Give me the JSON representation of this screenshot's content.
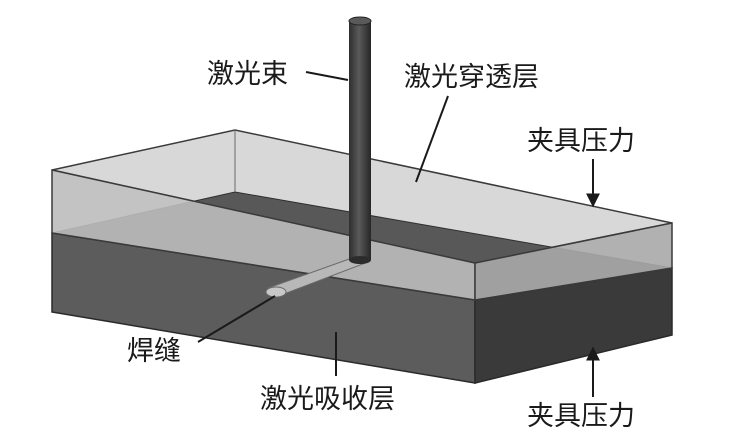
{
  "labels": {
    "laser_beam": "激光束",
    "transmissive_layer": "激光穿透层",
    "clamp_pressure_top": "夹具压力",
    "clamp_pressure_bottom": "夹具压力",
    "weld_seam": "焊缝",
    "absorbing_layer": "激光吸收层"
  },
  "colors": {
    "transmissive_top": "#d6d6d6",
    "transmissive_front": "#bcbcbc",
    "transmissive_right": "#a9a9a9",
    "absorbing_top": "#585858",
    "absorbing_front": "#5c5c5c",
    "absorbing_right": "#3a3a3a",
    "beam": "#3f3f3f",
    "weld": "#b8b8b8",
    "text": "#1a1a1a"
  }
}
